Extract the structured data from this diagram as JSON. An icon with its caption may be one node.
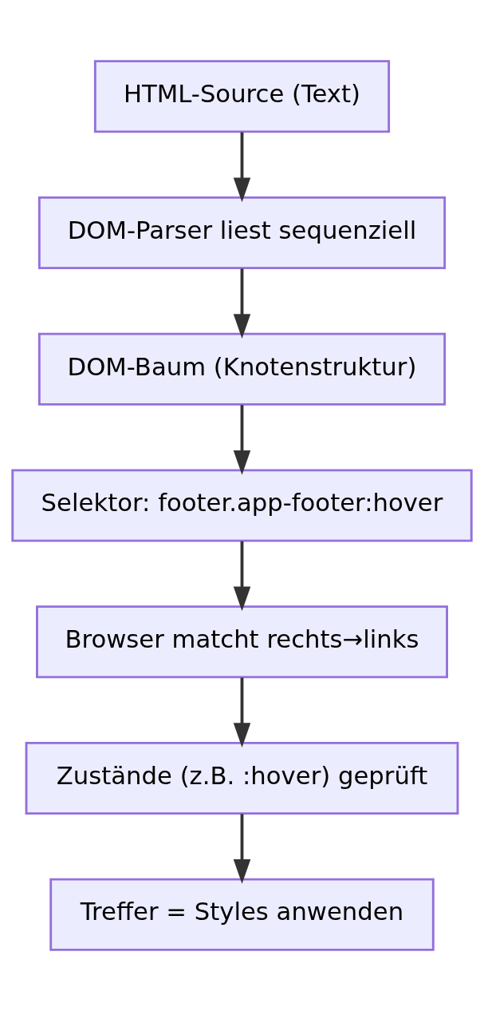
{
  "diagram": {
    "nodes": [
      {
        "text": [
          "HTML-Source (Text)"
        ]
      },
      {
        "text": [
          "DOM-Parser liest sequenziell"
        ]
      },
      {
        "text": [
          "DOM-Baum (Knotenstruktur)"
        ]
      },
      {
        "text": [
          "Selektor: footer.app-footer:hover"
        ]
      },
      {
        "text": [
          "Browser matcht rechts→links"
        ]
      },
      {
        "text": [
          "Zustände (z.B. :hover) geprüft"
        ]
      },
      {
        "text": [
          "Treffer = Styles anwenden"
        ]
      }
    ],
    "edges": [
      {
        "from": 0,
        "to": 1,
        "arrow": "to"
      },
      {
        "from": 1,
        "to": 2,
        "arrow": "to"
      },
      {
        "from": 2,
        "to": 3,
        "arrow": "to"
      },
      {
        "from": 3,
        "to": 4,
        "arrow": "to"
      },
      {
        "from": 4,
        "to": 5,
        "arrow": "to"
      },
      {
        "from": 5,
        "to": 6,
        "arrow": "to"
      }
    ]
  }
}
